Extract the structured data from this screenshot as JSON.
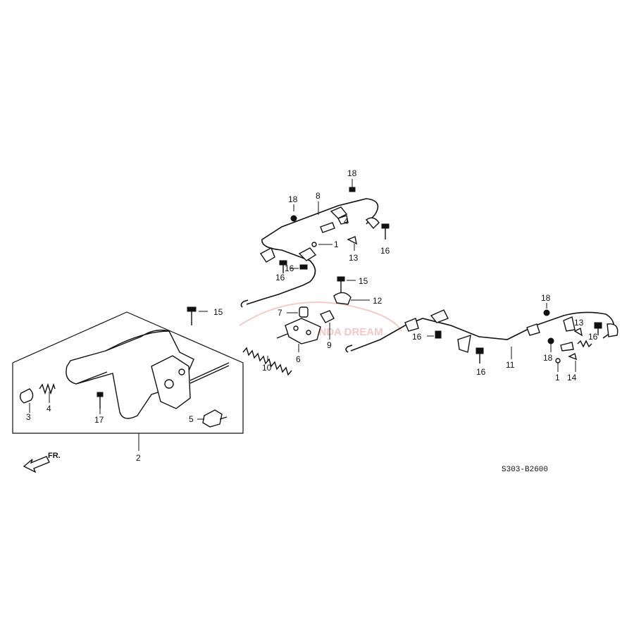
{
  "diagram_code": "S303-B2600",
  "direction_label": "FR.",
  "watermark": "HONDA DREAM",
  "callouts": {
    "c1a": "1",
    "c1b": "1",
    "c2": "2",
    "c3": "3",
    "c4a": "4",
    "c4b": "4",
    "c5": "5",
    "c6": "6",
    "c7": "7",
    "c8": "8",
    "c9": "9",
    "c10": "10",
    "c11": "11",
    "c12": "12",
    "c13a": "13",
    "c13b": "13",
    "c14": "14",
    "c15a": "15",
    "c15b": "15",
    "c16a": "16",
    "c16b": "16",
    "c16c": "16",
    "c16d": "16",
    "c16e": "16",
    "c16f": "16",
    "c17": "17",
    "c18a": "18",
    "c18b": "18",
    "c18c": "18",
    "c18d": "18"
  }
}
